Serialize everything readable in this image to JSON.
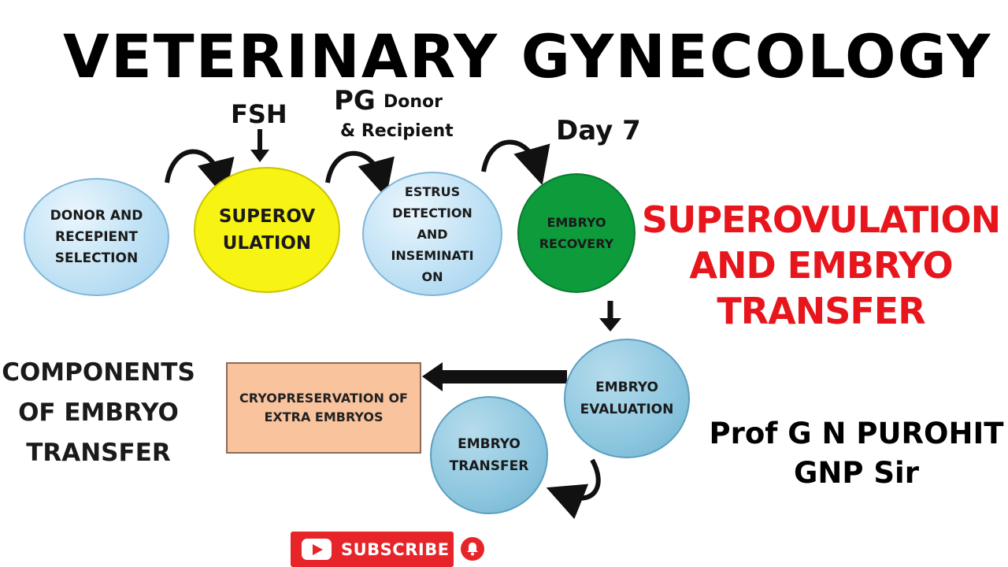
{
  "title": "VETERINARY GYNECOLOGY",
  "labels": {
    "fsh": "FSH",
    "pg": "PG",
    "donor": "Donor",
    "recipient": "& Recipient",
    "day7": "Day 7"
  },
  "circles": {
    "donor_selection": [
      "DONOR AND",
      "RECEPIENT",
      "SELECTION"
    ],
    "superovulation": [
      "SUPEROV",
      "ULATION"
    ],
    "estrus": [
      "ESTRUS",
      "DETECTION",
      "AND",
      "INSEMINATI",
      "ON"
    ],
    "embryo_recovery": [
      "EMBRYO",
      "RECOVERY"
    ],
    "embryo_evaluation": [
      "EMBRYO",
      "EVALUATION"
    ],
    "embryo_transfer": [
      "EMBRYO",
      "TRANSFER"
    ]
  },
  "cryo_box": [
    "CRYOPRESERVATION OF",
    "EXTRA EMBRYOS"
  ],
  "red_title": [
    "SUPEROVULATION",
    "AND EMBRYO",
    "TRANSFER"
  ],
  "components": [
    "COMPONENTS",
    "OF EMBRYO",
    "TRANSFER"
  ],
  "author": [
    "Prof G N PUROHIT",
    "GNP Sir"
  ],
  "subscribe": {
    "label": "SUBSCRIBE",
    "color": "#e6242a"
  },
  "colors": {
    "superovulation_fill": "#f7f312",
    "embryo_recovery_fill": "#0d9b3c",
    "cryo_fill": "#f9c39e",
    "red_title": "#e7161d"
  }
}
